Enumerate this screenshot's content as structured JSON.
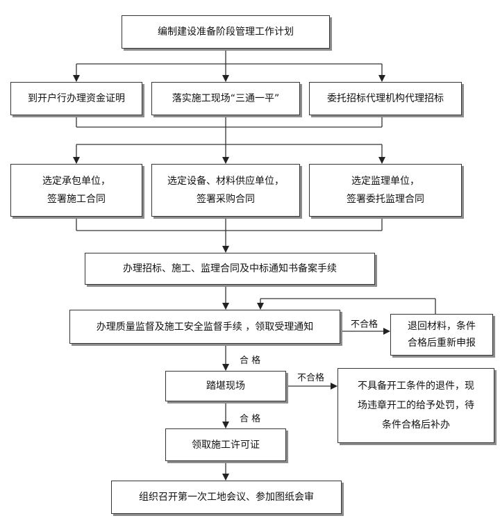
{
  "steps": {
    "plan": "编制建设准备阶段管理工作计划",
    "funds": "到开户行办理资金证明",
    "site": "落实施工现场“三通一平”",
    "agent": "委托招标代理机构代理招标",
    "contractor_l1": "选定承包单位，",
    "contractor_l2": "签署施工合同",
    "supplier_l1": "选定设备、材料供应单位，",
    "supplier_l2": "签署采购合同",
    "supervisor_l1": "选定监理单位，",
    "supervisor_l2": "签署委托监理合同",
    "filing": "办理招标、施工、监理合同及中标通知书备案手续",
    "quality": "办理质量监督及施工安全监督手续 ，领取受理通知",
    "return_l1": "退回材料，条件",
    "return_l2": "合格后重新申报",
    "inspect": "踏堪现场",
    "reject_l1": "不具备开工条件的退件，现",
    "reject_l2": "场违章开工的给予处罚，待",
    "reject_l3": "条件合格后补办",
    "permit": "领取施工许可证",
    "meeting": "组织召开第一次工地会议、参加图纸会审"
  },
  "labels": {
    "fail1": "不合格",
    "pass1": "合 格",
    "fail2": "不合格",
    "pass2": "合 格"
  }
}
